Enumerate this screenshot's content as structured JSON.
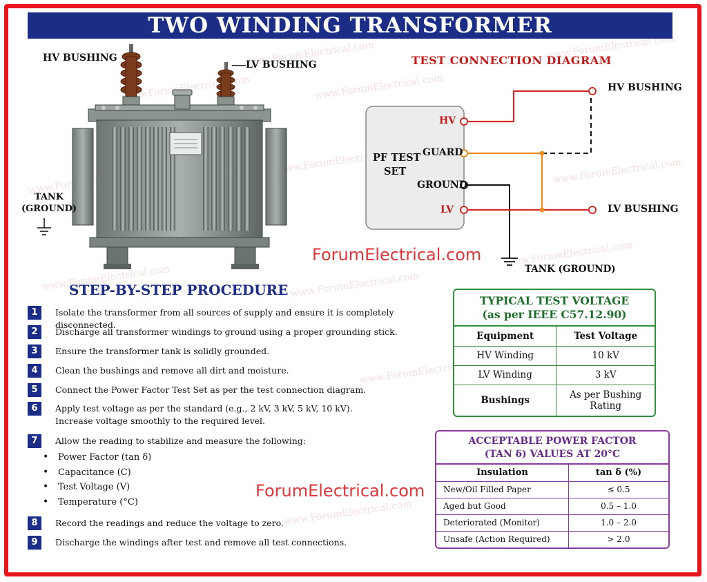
{
  "title": "TWO WINDING TRANSFORMER",
  "watermark": "www.ForumElectrical.com",
  "brand": "ForumElectrical.com",
  "illustration": {
    "hv_bushing_label": "HV BUSHING",
    "lv_bushing_label": "LV BUSHING",
    "tank_label_line1": "TANK",
    "tank_label_line2": "(GROUND)"
  },
  "diagram": {
    "title": "TEST CONNECTION DIAGRAM",
    "test_set_line1": "PF TEST",
    "test_set_line2": "SET",
    "terminal_hv": "HV",
    "terminal_guard": "GUARD",
    "terminal_ground": "GROUND",
    "terminal_lv": "LV",
    "hv_bushing": "HV BUSHING",
    "lv_bushing": "LV BUSHING",
    "tank_ground": "TANK (GROUND)",
    "colors": {
      "hv": "#d42a2a",
      "guard": "#f08a1c",
      "ground": "#111111",
      "lv": "#d42a2a"
    }
  },
  "procedure": {
    "title": "STEP-BY-STEP PROCEDURE",
    "steps": [
      {
        "num": "1",
        "text": "Isolate the transformer from all sources of supply and ensure it is completely disconnected."
      },
      {
        "num": "2",
        "text": "Discharge all transformer windings to ground using a proper grounding stick."
      },
      {
        "num": "3",
        "text": "Ensure the transformer tank is solidly grounded."
      },
      {
        "num": "4",
        "text": "Clean the bushings and remove all dirt and moisture."
      },
      {
        "num": "5",
        "text": "Connect the Power Factor Test Set as per the test connection diagram."
      },
      {
        "num": "6",
        "text": "Apply test voltage as per the standard (e.g., 2 kV, 3 kV, 5 kV, 10 kV).",
        "text2": "Increase voltage smoothly to the required level."
      },
      {
        "num": "7",
        "text": "Allow the reading to stabilize and measure the following:"
      },
      {
        "num": "8",
        "text": "Record the readings and reduce the voltage to zero."
      },
      {
        "num": "9",
        "text": "Discharge the windings after test and remove all test connections."
      }
    ],
    "bullets": [
      "Power Factor (tan δ)",
      "Capacitance (C)",
      "Test Voltage (V)",
      "Temperature (°C)"
    ]
  },
  "voltage_table": {
    "title_line1": "TYPICAL TEST VOLTAGE",
    "title_line2": "(as per IEEE C57.12.90)",
    "headers": [
      "Equipment",
      "Test Voltage"
    ],
    "rows": [
      [
        "HV Winding",
        "10 kV"
      ],
      [
        "LV Winding",
        "3 kV"
      ],
      [
        "Bushings",
        "As per Bushing",
        "Rating"
      ]
    ]
  },
  "pf_table": {
    "title_line1": "ACCEPTABLE POWER FACTOR",
    "title_line2": "(TAN δ) VALUES AT 20°C",
    "headers": [
      "Insulation",
      "tan δ (%)"
    ],
    "rows": [
      [
        "New/Oil Filled Paper",
        "≤ 0.5"
      ],
      [
        "Aged but Good",
        "0.5 – 1.0"
      ],
      [
        "Deteriorated (Monitor)",
        "1.0 – 2.0"
      ],
      [
        "Unsafe (Action Required)",
        "> 2.0"
      ]
    ]
  }
}
